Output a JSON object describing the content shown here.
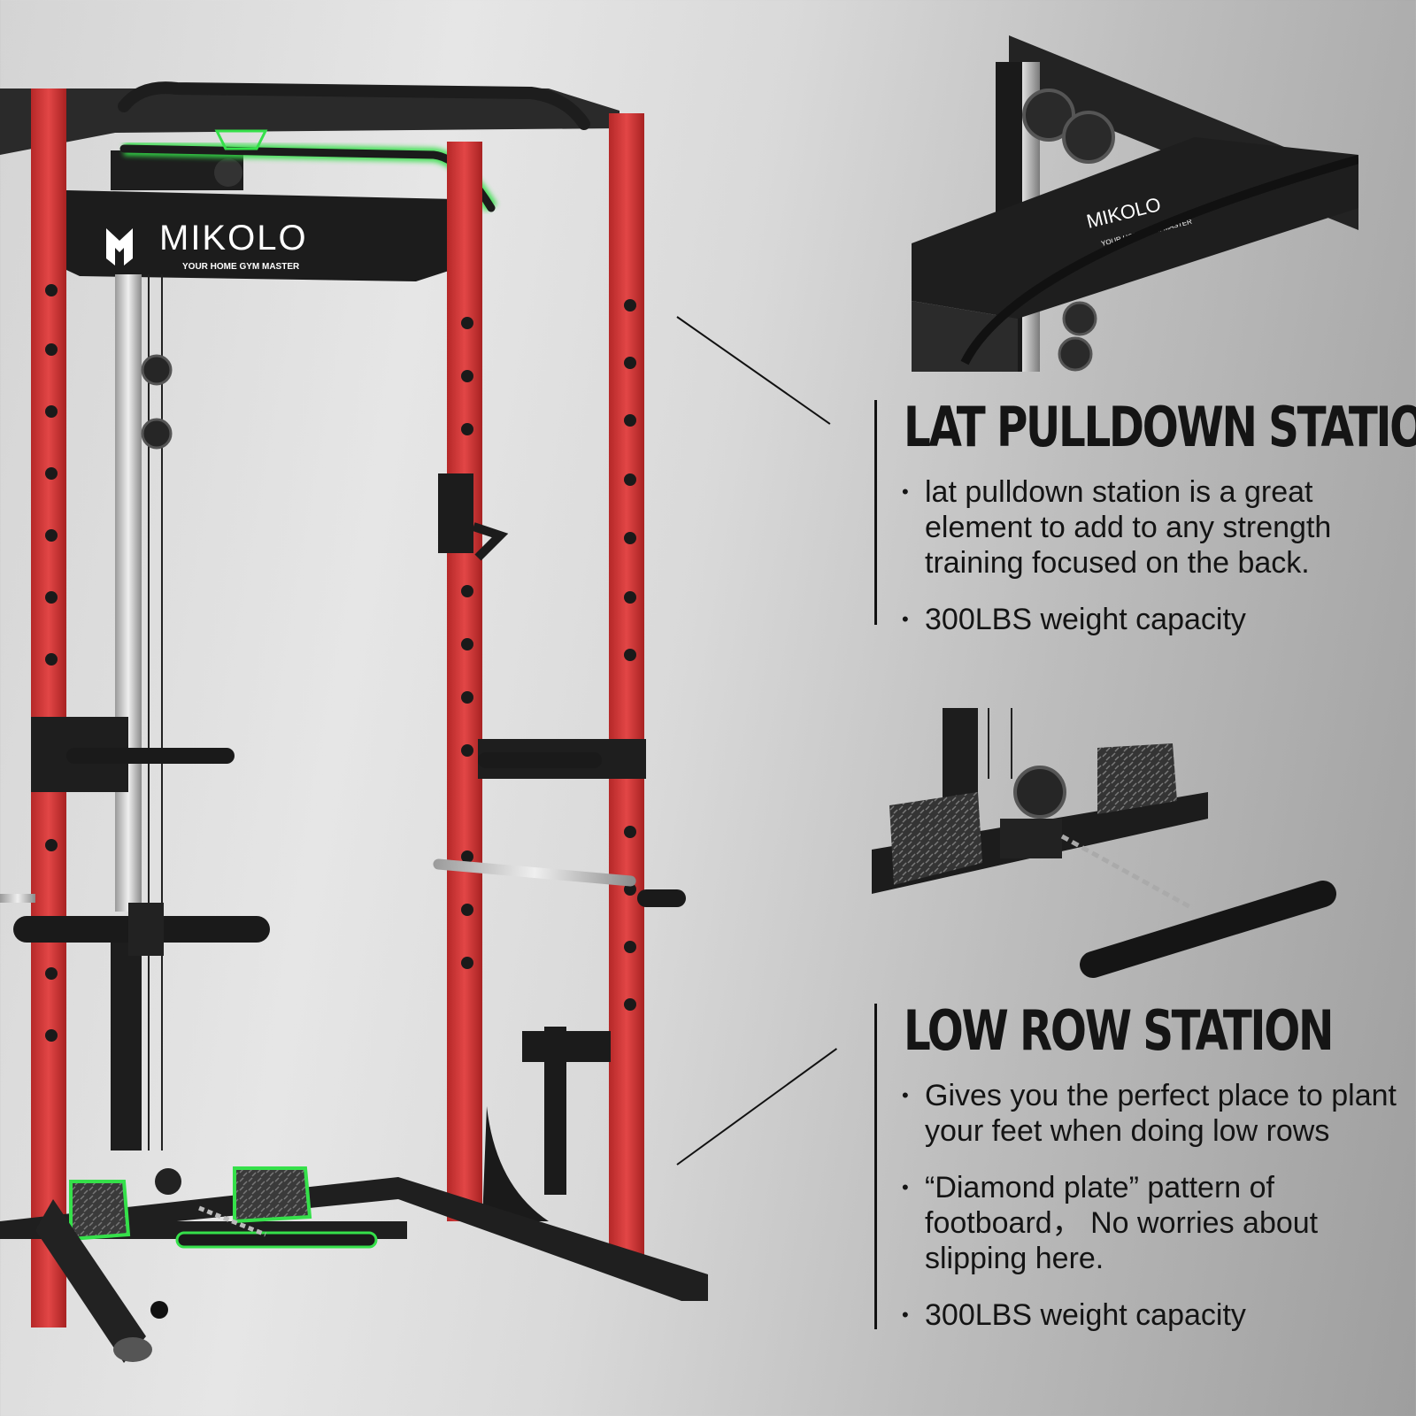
{
  "brand": {
    "name": "MIKOLO",
    "tagline": "YOUR HOME GYM MASTER"
  },
  "rack": {
    "frame_color": "#d93a3a",
    "highlight_color": "#35e04a"
  },
  "inset_top": {
    "brand_name": "MIKOLO",
    "tagline": "YOUR HOME GYM MASTER"
  },
  "lat_pulldown": {
    "title": "LAT PULLDOWN STATION",
    "bullets": [
      "lat pulldown station is a great element to add to any strength training focused on the back.",
      "300LBS weight capacity"
    ]
  },
  "low_row": {
    "title": "LOW ROW STATION",
    "bullets": [
      "Gives you the perfect place to plant your feet when doing low rows",
      "“Diamond plate” pattern of footboard， No worries about slipping here.",
      "300LBS weight capacity"
    ]
  }
}
